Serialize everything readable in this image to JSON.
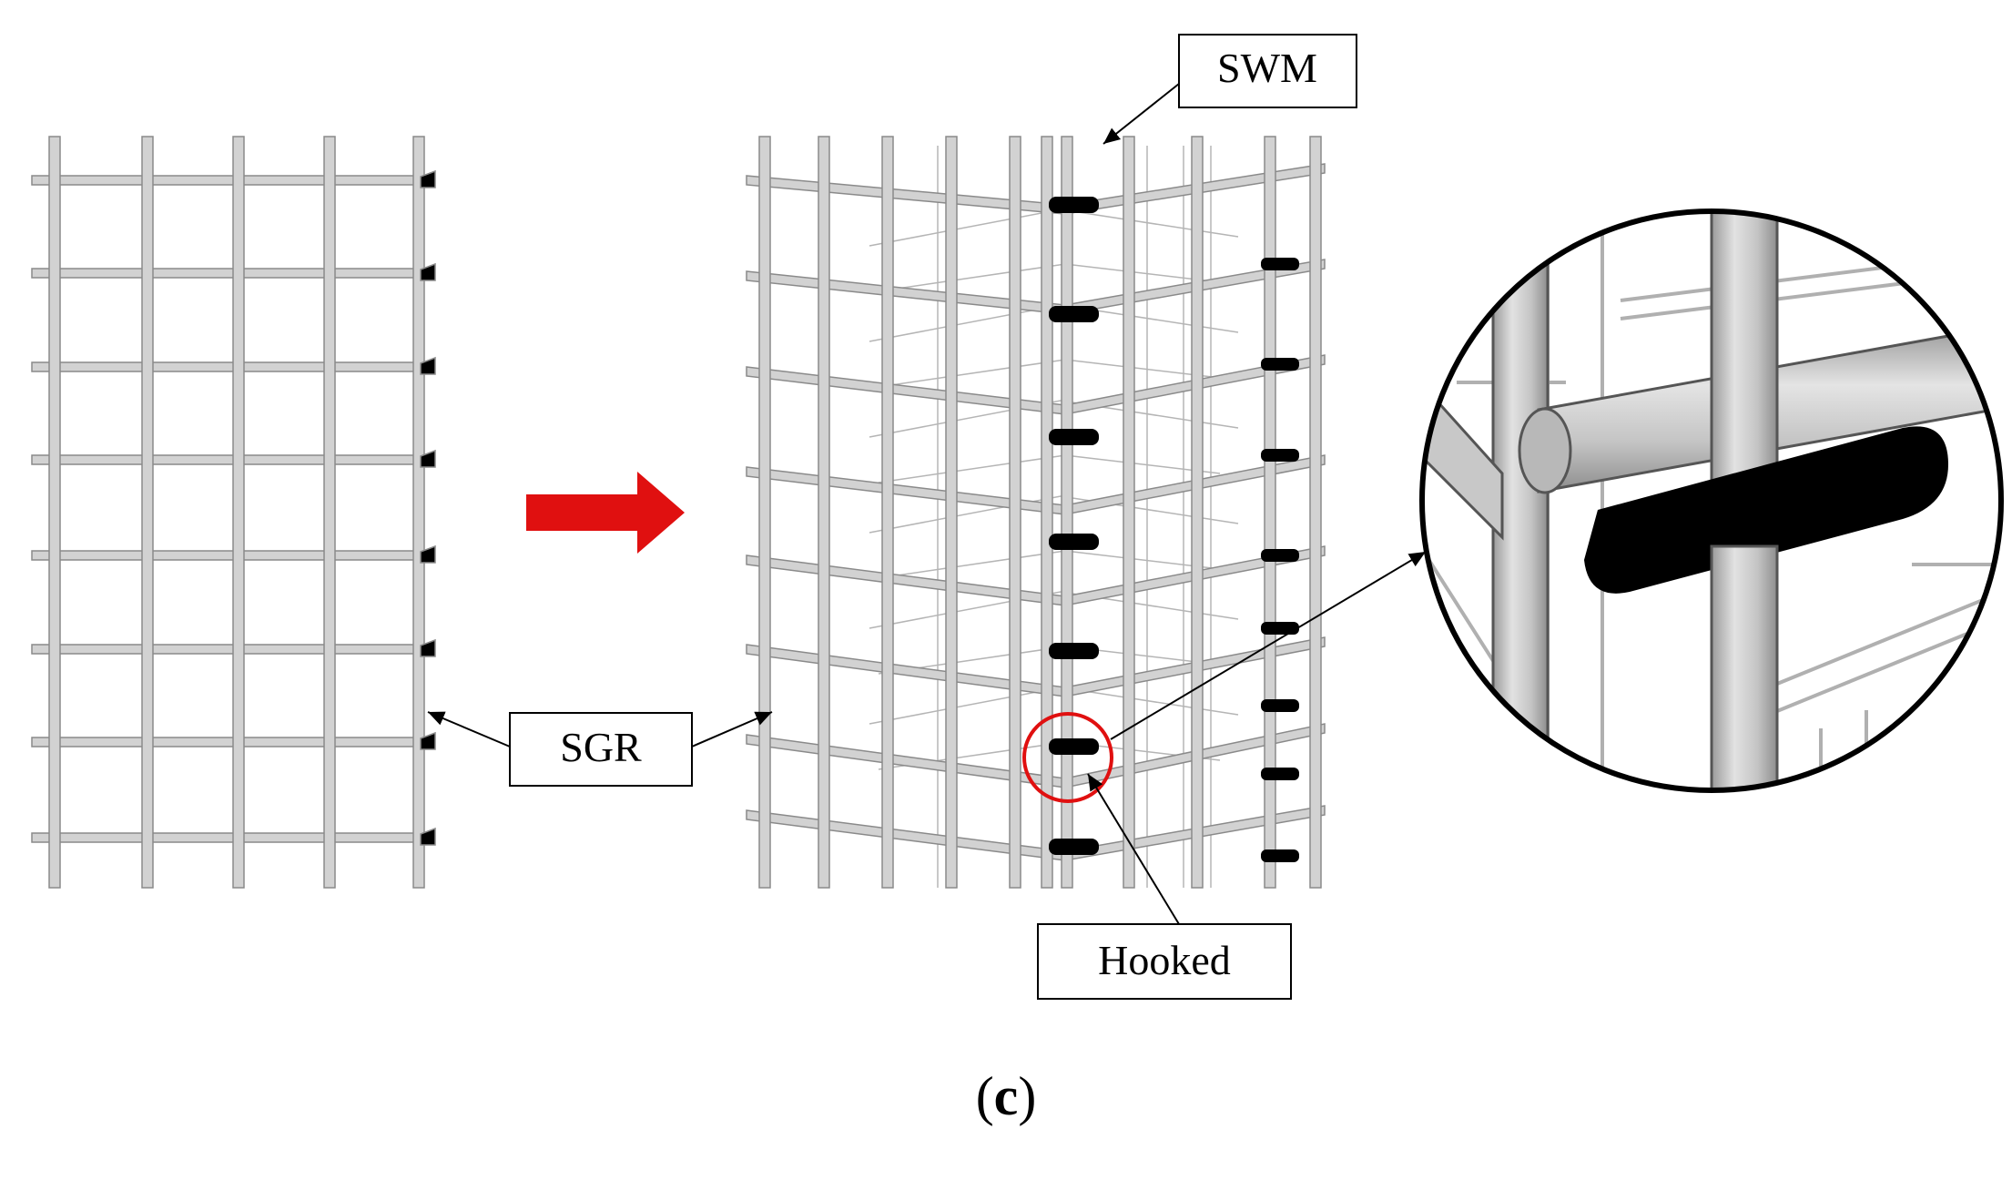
{
  "labels": {
    "swm": "SWM",
    "sgr": "SGR",
    "hooked": "Hooked"
  },
  "caption": {
    "open": "(",
    "letter": "c",
    "close": ")"
  },
  "colors": {
    "bar_fill": "#d2d2d2",
    "bar_stroke": "#8a8a8a",
    "hook": "#000000",
    "arrow": "#e01010",
    "highlight_circle": "#e01010",
    "thin_wire": "#b5b5b5"
  }
}
